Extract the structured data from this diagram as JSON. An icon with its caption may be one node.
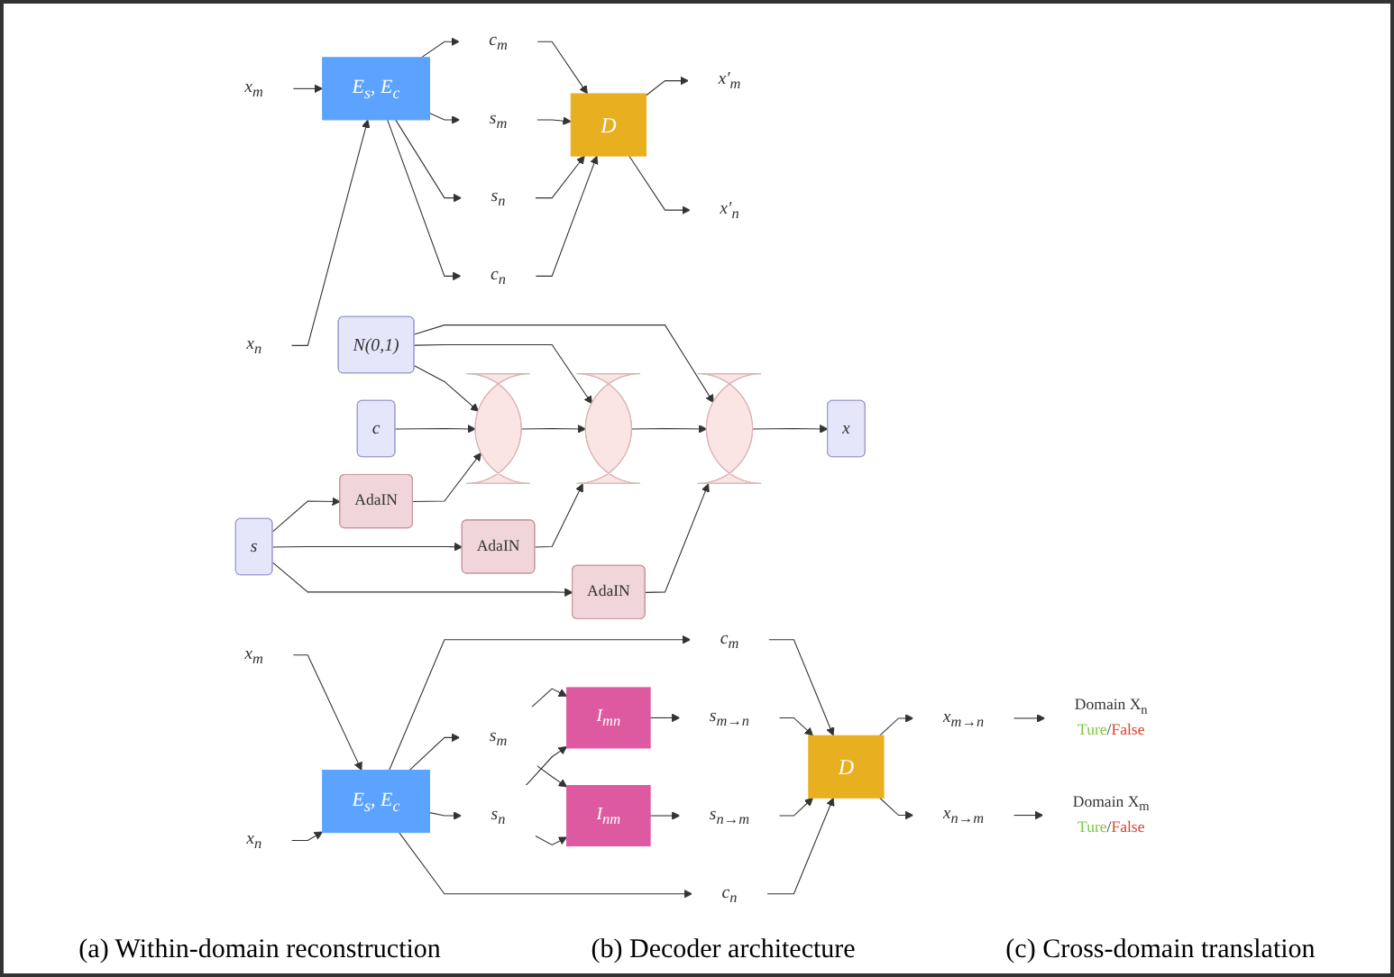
{
  "diagram": {
    "nodes": [
      {
        "text": [
          "x$_{m}$"
        ]
      },
      {
        "text": [
          "x$_{n}$"
        ]
      },
      {
        "text": [
          "E$_{s}$, E$_{c}$"
        ]
      },
      {
        "text": [
          "c$_{m}$"
        ]
      },
      {
        "text": [
          "s$_{m}$"
        ]
      },
      {
        "text": [
          "s$_{n}$"
        ]
      },
      {
        "text": [
          "c$_{n}$"
        ]
      },
      {
        "text": [
          "D"
        ]
      },
      {
        "text": [
          "x′$_{m}$"
        ]
      },
      {
        "text": [
          "x′$_{n}$"
        ]
      },
      {
        "text": [
          "s"
        ]
      },
      {
        "text": [
          "N(0,1)"
        ]
      },
      {
        "text": [
          "c"
        ]
      },
      {
        "text": [
          "AdaIN"
        ]
      },
      {
        "text": [
          "AdaIN"
        ]
      },
      {
        "text": [
          "AdaIN"
        ]
      },
      {
        "text": [],
        "shape": "bar"
      },
      {
        "text": [],
        "shape": "bar"
      },
      {
        "text": [],
        "shape": "bar"
      },
      {
        "text": [
          "x"
        ]
      },
      {
        "text": [
          "x$_{m}$"
        ]
      },
      {
        "text": [
          "x$_{n}$"
        ]
      },
      {
        "text": [
          "E$_{s}$, E$_{c}$"
        ]
      },
      {
        "text": [
          "c$_{m}$"
        ]
      },
      {
        "text": [
          "s$_{m}$"
        ]
      },
      {
        "text": [
          "s$_{n}$"
        ]
      },
      {
        "text": [
          "c$_{n}$"
        ]
      },
      {
        "text": [
          "I$_{mn}$"
        ]
      },
      {
        "text": [
          "I$_{nm}$"
        ]
      },
      {
        "text": [
          "s$_{m→n}$"
        ]
      },
      {
        "text": [
          "s$_{n→m}$"
        ]
      },
      {
        "text": [
          "D"
        ]
      },
      {
        "text": [
          "x$_{m→n}$"
        ]
      },
      {
        "text": [
          "x$_{n→m}$"
        ]
      },
      {
        "text": [
          "Domain X$_{n}$",
          "Ture/False"
        ]
      },
      {
        "text": [
          "Domain X$_{m}$",
          "Ture/False"
        ]
      }
    ],
    "edges": [
      {
        "from": 0,
        "to": 2,
        "arrow": "to"
      },
      {
        "from": 1,
        "to": 2,
        "arrow": "to"
      },
      {
        "from": 2,
        "to": 3,
        "arrow": "to"
      },
      {
        "from": 2,
        "to": 4,
        "arrow": "to"
      },
      {
        "from": 2,
        "to": 5,
        "arrow": "to"
      },
      {
        "from": 2,
        "to": 6,
        "arrow": "to"
      },
      {
        "from": 3,
        "to": 7,
        "arrow": "to"
      },
      {
        "from": 4,
        "to": 7,
        "arrow": "to"
      },
      {
        "from": 5,
        "to": 7,
        "arrow": "to"
      },
      {
        "from": 6,
        "to": 7,
        "arrow": "to"
      },
      {
        "from": 7,
        "to": 8,
        "arrow": "to"
      },
      {
        "from": 7,
        "to": 9,
        "arrow": "to"
      },
      {
        "from": 10,
        "to": 13,
        "arrow": "to"
      },
      {
        "from": 10,
        "to": 14,
        "arrow": "to"
      },
      {
        "from": 10,
        "to": 15,
        "arrow": "to"
      },
      {
        "from": 11,
        "to": 16,
        "arrow": "to"
      },
      {
        "from": 11,
        "to": 17,
        "arrow": "to"
      },
      {
        "from": 11,
        "to": 18,
        "arrow": "to"
      },
      {
        "from": 12,
        "to": 16,
        "arrow": "to"
      },
      {
        "from": 13,
        "to": 16,
        "arrow": "to"
      },
      {
        "from": 16,
        "to": 17,
        "arrow": "to"
      },
      {
        "from": 14,
        "to": 17,
        "arrow": "to"
      },
      {
        "from": 17,
        "to": 18,
        "arrow": "to"
      },
      {
        "from": 15,
        "to": 18,
        "arrow": "to"
      },
      {
        "from": 18,
        "to": 19,
        "arrow": "to"
      },
      {
        "from": 20,
        "to": 22,
        "arrow": "to"
      },
      {
        "from": 21,
        "to": 22,
        "arrow": "to"
      },
      {
        "from": 22,
        "to": 23,
        "arrow": "to"
      },
      {
        "from": 22,
        "to": 24,
        "arrow": "to"
      },
      {
        "from": 22,
        "to": 25,
        "arrow": "to"
      },
      {
        "from": 22,
        "to": 26,
        "arrow": "to"
      },
      {
        "from": 24,
        "to": 27,
        "arrow": "to"
      },
      {
        "from": 24,
        "to": 28,
        "arrow": "to"
      },
      {
        "from": 25,
        "to": 27,
        "arrow": "to"
      },
      {
        "from": 25,
        "to": 28,
        "arrow": "to"
      },
      {
        "from": 27,
        "to": 29,
        "arrow": "to"
      },
      {
        "from": 28,
        "to": 30,
        "arrow": "to"
      },
      {
        "from": 23,
        "to": 31,
        "arrow": "to"
      },
      {
        "from": 29,
        "to": 31,
        "arrow": "to"
      },
      {
        "from": 30,
        "to": 31,
        "arrow": "to"
      },
      {
        "from": 26,
        "to": 31,
        "arrow": "to"
      },
      {
        "from": 31,
        "to": 32,
        "arrow": "to"
      },
      {
        "from": 31,
        "to": 33,
        "arrow": "to"
      },
      {
        "from": 32,
        "to": 34,
        "arrow": "to"
      },
      {
        "from": 33,
        "to": 35,
        "arrow": "to"
      }
    ],
    "labels": [
      "(a) Within-domain reconstruction",
      "(b) Decoder architecture",
      "(c) Cross-domain translation"
    ]
  }
}
